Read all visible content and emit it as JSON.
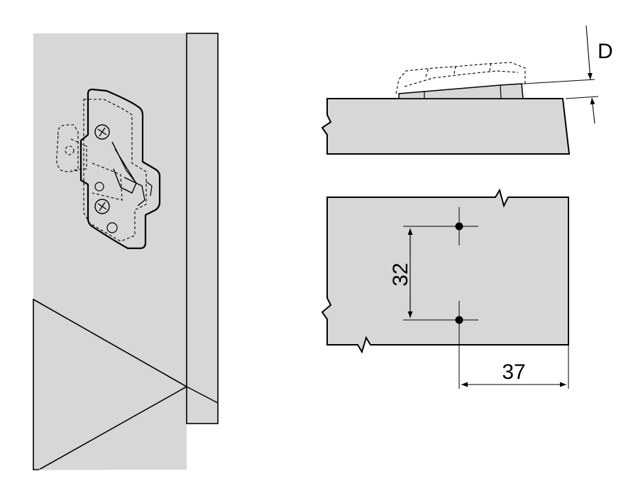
{
  "drawing": {
    "labels": {
      "depth": "D",
      "hole_spacing": "32",
      "edge_distance": "37"
    },
    "colors": {
      "panel_fill": "#d7d7d8",
      "line": "#000000",
      "background": "#ffffff"
    }
  }
}
